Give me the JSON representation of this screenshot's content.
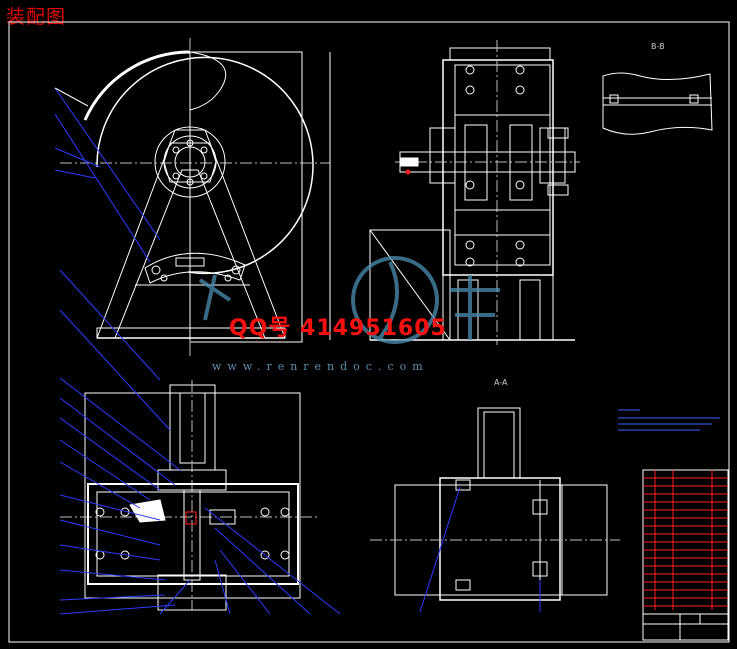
{
  "drawing": {
    "title": "装配图",
    "watermark_qq": "QQ号  414951605",
    "watermark_site": "www.renrendoc.com",
    "section_bb": "B-B",
    "section_aa": "A-A"
  },
  "colors": {
    "background": "#000000",
    "outline": "#ffffff",
    "frame": "#ffffff",
    "leaders": "#2b3cff",
    "title_red": "#e00000",
    "watermark_blue": "#4d8fb3",
    "table_red": "#ff2020",
    "notes_blue": "#4060ff"
  }
}
